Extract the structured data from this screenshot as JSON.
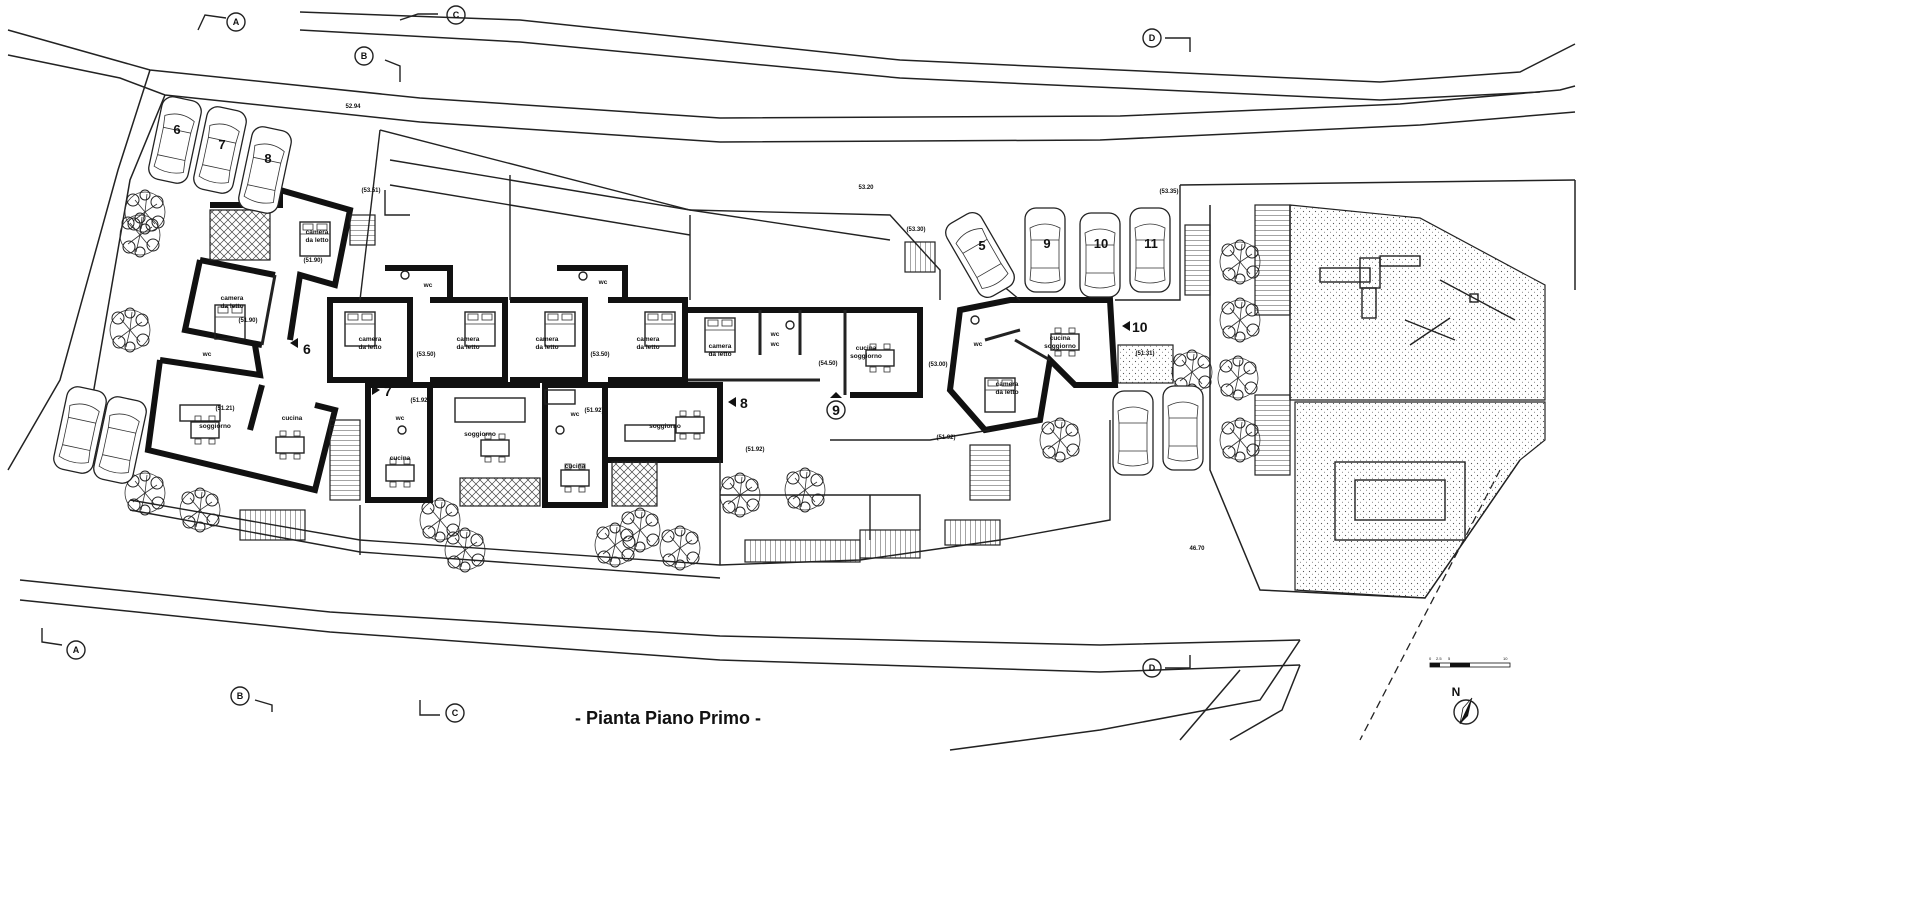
{
  "title": "- Pianta Piano Primo -",
  "north": "N",
  "rooms": [
    {
      "id": "r1",
      "label": [
        "camera",
        "da letto"
      ],
      "x": 0,
      "y": 0
    },
    {
      "id": "r2",
      "label": [
        "camera",
        "da letto"
      ]
    },
    {
      "id": "r3",
      "label": [
        "wc"
      ]
    },
    {
      "id": "r4",
      "label": [
        "soggiorno"
      ]
    },
    {
      "id": "r5",
      "label": [
        "cucina"
      ]
    },
    {
      "id": "r6",
      "label": [
        "camera",
        "da letto"
      ]
    },
    {
      "id": "r7",
      "label": [
        "wc"
      ]
    },
    {
      "id": "r8",
      "label": [
        "camera",
        "da letto"
      ]
    },
    {
      "id": "r9",
      "label": [
        "camera",
        "da letto"
      ]
    },
    {
      "id": "r10",
      "label": [
        "wc"
      ]
    },
    {
      "id": "r11",
      "label": [
        "camera",
        "da letto"
      ]
    },
    {
      "id": "r12",
      "label": [
        "wc"
      ]
    },
    {
      "id": "r13",
      "label": [
        "soggiorno"
      ]
    },
    {
      "id": "r14",
      "label": [
        "cucina"
      ]
    },
    {
      "id": "r15",
      "label": [
        "wc"
      ]
    },
    {
      "id": "r16",
      "label": [
        "cucina"
      ]
    },
    {
      "id": "r17",
      "label": [
        "soggiorno"
      ]
    },
    {
      "id": "r18",
      "label": [
        "camera",
        "da letto"
      ]
    },
    {
      "id": "r19",
      "label": [
        "wc"
      ]
    },
    {
      "id": "r20",
      "label": [
        "wc"
      ]
    },
    {
      "id": "r21",
      "label": [
        "cucina",
        "soggiorno"
      ]
    },
    {
      "id": "r22",
      "label": [
        "wc"
      ]
    },
    {
      "id": "r23",
      "label": [
        "camera",
        "da letto"
      ]
    },
    {
      "id": "r24",
      "label": [
        "cucina",
        "soggiorno"
      ]
    }
  ],
  "levels": [
    "52.94",
    "(53.51)",
    "(51.90)",
    "(51.90)",
    "(51.21)",
    "(53.50)",
    "(53.50)",
    "(51.92)",
    "(51.92)",
    "(51.92)",
    "(54.50)",
    "53.20",
    "(53.30)",
    "(53.00)",
    "(51.92)",
    "(53.35)",
    "(51.31)",
    "46.70"
  ],
  "parking_numbers": [
    "6",
    "7",
    "8",
    "5",
    "9",
    "10",
    "11"
  ],
  "entries": [
    "6",
    "7",
    "8",
    "9",
    "10"
  ],
  "sections": [
    "A",
    "B",
    "C",
    "D",
    "A",
    "B",
    "C",
    "D"
  ],
  "scale_labels": [
    "0",
    "2.5",
    "5",
    "10"
  ]
}
